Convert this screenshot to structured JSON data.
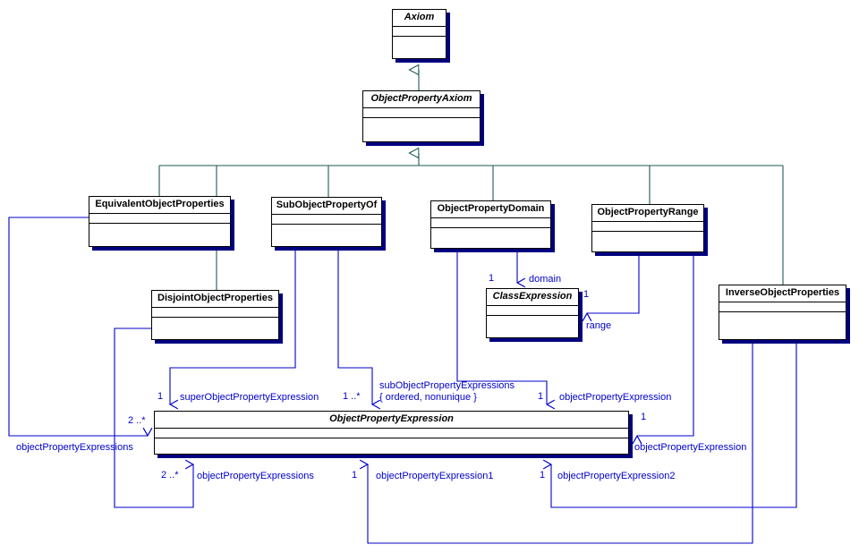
{
  "diagram": {
    "title": "OWL 2 Object Property Axioms UML class diagram",
    "colors": {
      "class_border": "#000000",
      "class_shadow": "#000080",
      "generalization_line": "#1f5a58",
      "association_line": "#0000cc",
      "label_text": "#0000cc",
      "background": "#ffffff"
    }
  },
  "classes": [
    {
      "id": "axiom",
      "name": "Axiom",
      "abstract": true
    },
    {
      "id": "object-property-axiom",
      "name": "ObjectPropertyAxiom",
      "abstract": true
    },
    {
      "id": "equivalent-object-properties",
      "name": "EquivalentObjectProperties",
      "abstract": false
    },
    {
      "id": "sub-object-property-of",
      "name": "SubObjectPropertyOf",
      "abstract": false
    },
    {
      "id": "object-property-domain",
      "name": "ObjectPropertyDomain",
      "abstract": false
    },
    {
      "id": "object-property-range",
      "name": "ObjectPropertyRange",
      "abstract": false
    },
    {
      "id": "disjoint-object-properties",
      "name": "DisjointObjectProperties",
      "abstract": false
    },
    {
      "id": "class-expression",
      "name": "ClassExpression",
      "abstract": true
    },
    {
      "id": "inverse-object-properties",
      "name": "InverseObjectProperties",
      "abstract": false
    },
    {
      "id": "object-property-expression",
      "name": "ObjectPropertyExpression",
      "abstract": true
    }
  ],
  "generalizations": [
    {
      "from": "object-property-axiom",
      "to": "axiom"
    },
    {
      "from": "equivalent-object-properties",
      "to": "object-property-axiom"
    },
    {
      "from": "sub-object-property-of",
      "to": "object-property-axiom"
    },
    {
      "from": "object-property-domain",
      "to": "object-property-axiom"
    },
    {
      "from": "object-property-range",
      "to": "object-property-axiom"
    },
    {
      "from": "disjoint-object-properties",
      "to": "object-property-axiom"
    },
    {
      "from": "inverse-object-properties",
      "to": "object-property-axiom"
    }
  ],
  "associations": [
    {
      "id": "domain",
      "source": "object-property-domain",
      "target": "class-expression",
      "role": "domain",
      "multiplicity": "1"
    },
    {
      "id": "range",
      "source": "object-property-range",
      "target": "class-expression",
      "role": "range",
      "multiplicity": "1"
    },
    {
      "id": "super-ope",
      "source": "sub-object-property-of",
      "target": "object-property-expression",
      "role": "superObjectPropertyExpression",
      "multiplicity": "1"
    },
    {
      "id": "sub-ope",
      "source": "sub-object-property-of",
      "target": "object-property-expression",
      "role": "subObjectPropertyExpressions",
      "multiplicity": "1 ..*",
      "constraint": "{ ordered, nonunique }"
    },
    {
      "id": "domain-ope",
      "source": "object-property-domain",
      "target": "object-property-expression",
      "role": "objectPropertyExpression",
      "multiplicity": "1"
    },
    {
      "id": "range-ope",
      "source": "object-property-range",
      "target": "object-property-expression",
      "role": "objectPropertyExpression",
      "multiplicity": "1"
    },
    {
      "id": "equivalent-opes",
      "source": "equivalent-object-properties",
      "target": "object-property-expression",
      "role": "objectPropertyExpressions",
      "multiplicity": "2 ..*"
    },
    {
      "id": "disjoint-opes",
      "source": "disjoint-object-properties",
      "target": "object-property-expression",
      "role": "objectPropertyExpressions",
      "multiplicity": "2 ..*"
    },
    {
      "id": "inverse-ope1",
      "source": "inverse-object-properties",
      "target": "object-property-expression",
      "role": "objectPropertyExpression1",
      "multiplicity": "1"
    },
    {
      "id": "inverse-ope2",
      "source": "inverse-object-properties",
      "target": "object-property-expression",
      "role": "objectPropertyExpression2",
      "multiplicity": "1"
    }
  ],
  "labels": {
    "domain_role": "domain",
    "domain_mult": "1",
    "range_role": "range",
    "range_mult": "1",
    "super_ope_role": "superObjectPropertyExpression",
    "super_ope_mult": "1",
    "sub_ope_role": "subObjectPropertyExpressions",
    "sub_ope_constraint": "{ ordered, nonunique }",
    "sub_ope_mult": "1 ..*",
    "domain_ope_role": "objectPropertyExpression",
    "domain_ope_mult": "1",
    "range_ope_role": "objectPropertyExpression",
    "range_ope_mult": "1",
    "equivalent_opes_role": "objectPropertyExpressions",
    "equivalent_opes_mult": "2 ..*",
    "disjoint_opes_role": "objectPropertyExpressions",
    "disjoint_opes_mult": "2 ..*",
    "inverse_ope1_role": "objectPropertyExpression1",
    "inverse_ope1_mult": "1",
    "inverse_ope2_role": "objectPropertyExpression2",
    "inverse_ope2_mult": "1"
  }
}
